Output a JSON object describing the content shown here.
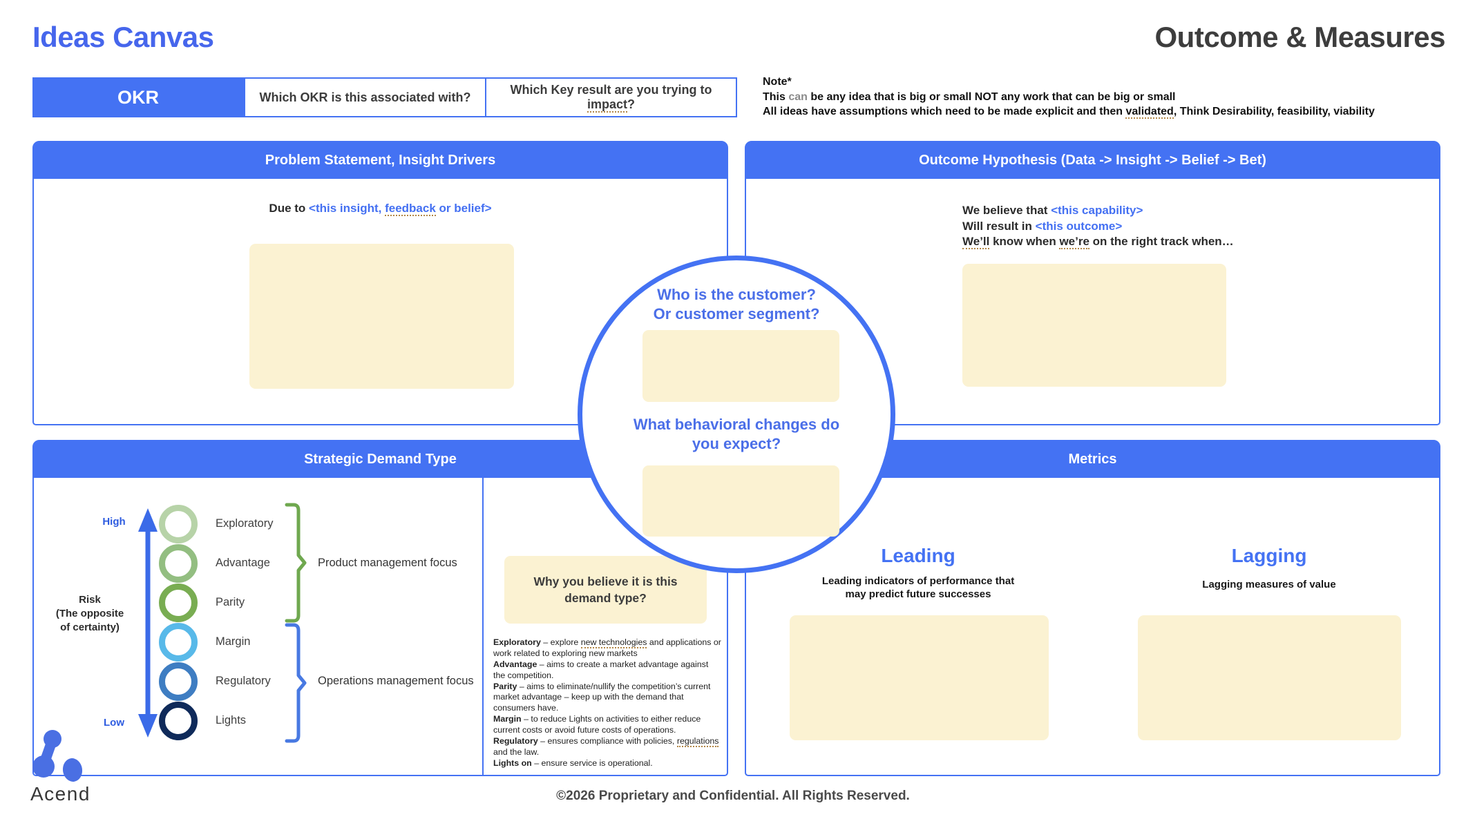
{
  "page": {
    "title_left": "Ideas Canvas",
    "title_right": "Outcome & Measures",
    "footer": "©2026 Proprietary and Confidential. All Rights Reserved.",
    "brand": "Acend"
  },
  "colors": {
    "primary_blue": "#4472F3",
    "title_blue": "#4666EC",
    "placeholder_blue": "#4470F2",
    "cream": "#FBF2D2",
    "bracket_green": "#6FA84F",
    "bracket_blue": "#4879E2",
    "arrow_blue": "#3B6BE8",
    "spellcheck_tan": "#B08443"
  },
  "okr_row": {
    "label": "OKR",
    "q1": "Which OKR is this associated with?",
    "q2_pre": "Which Key result are you trying to ",
    "q2_word": "impact",
    "q2_post": "?"
  },
  "note": {
    "title": "Note*",
    "line1_a": "This ",
    "line1_b": "can",
    "line1_c": " be any idea that is big or small NOT any work that can be big or small",
    "line2_a": "All ideas have assumptions which need to be made explicit and then ",
    "line2_b": "validated",
    "line2_c": ", Think Desirability, feasibility, viability"
  },
  "problem_panel": {
    "header": "Problem Statement, Insight Drivers",
    "due_a": "Due to ",
    "due_b": "<this insight, ",
    "due_c": "feedback",
    "due_d": " or belief>"
  },
  "outcome_panel": {
    "header": "Outcome Hypothesis (Data -> Insight -> Belief -> Bet)",
    "l1_a": "We believe that ",
    "l1_b": "<this capability>",
    "l2_a": "Will result in ",
    "l2_b": "<this outcome>",
    "l3_a": "We’ll",
    "l3_b": " know when ",
    "l3_c": "we’re",
    "l3_d": " on the right track when…"
  },
  "circle": {
    "q1_l1": "Who is the customer?",
    "q1_l2": "Or customer segment?",
    "q2_l1": "What behavioral changes do",
    "q2_l2": "you expect?"
  },
  "strategic_panel": {
    "header": "Strategic Demand Type",
    "high": "High",
    "low": "Low",
    "risk_l1": "Risk",
    "risk_l2": "(The opposite",
    "risk_l3": "of certainty)",
    "rings": [
      {
        "label": "Exploratory",
        "color": "#B7D3A8"
      },
      {
        "label": "Advantage",
        "color": "#93BE81"
      },
      {
        "label": "Parity",
        "color": "#79AD52"
      },
      {
        "label": "Margin",
        "color": "#58B9E9"
      },
      {
        "label": "Regulatory",
        "color": "#3E7DC2"
      },
      {
        "label": "Lights",
        "color": "#0F2A5A"
      }
    ],
    "bracket_top_label": "Product management focus",
    "bracket_bottom_label": "Operations management focus",
    "why_box_l1": "Why you believe it is this",
    "why_box_l2": "demand type?",
    "definitions": [
      {
        "term": "Exploratory",
        "pre": " – explore ",
        "mark": "new technologies",
        "post": " and applications or work related to exploring new markets"
      },
      {
        "term": "Advantage",
        "pre": " – aims to create a market advantage against the competition.",
        "mark": "",
        "post": ""
      },
      {
        "term": "Parity",
        "pre": " – aims to eliminate/nullify the competition’s current market advantage – keep up with the demand that consumers have.",
        "mark": "",
        "post": ""
      },
      {
        "term": "Margin",
        "pre": " – to reduce Lights on activities to either reduce current costs or avoid future costs of operations.",
        "mark": "",
        "post": ""
      },
      {
        "term": "Regulatory",
        "pre": " – ensures compliance with policies, ",
        "mark": "regulations",
        "post": " and the law."
      },
      {
        "term": "Lights on",
        "pre": " – ensure service is operational.",
        "mark": "",
        "post": ""
      }
    ]
  },
  "metrics_panel": {
    "header": "Metrics",
    "leading_title": "Leading",
    "leading_desc_l1": "Leading indicators of performance that",
    "leading_desc_l2": "may predict future successes",
    "lagging_title": "Lagging",
    "lagging_desc": "Lagging measures of value"
  }
}
